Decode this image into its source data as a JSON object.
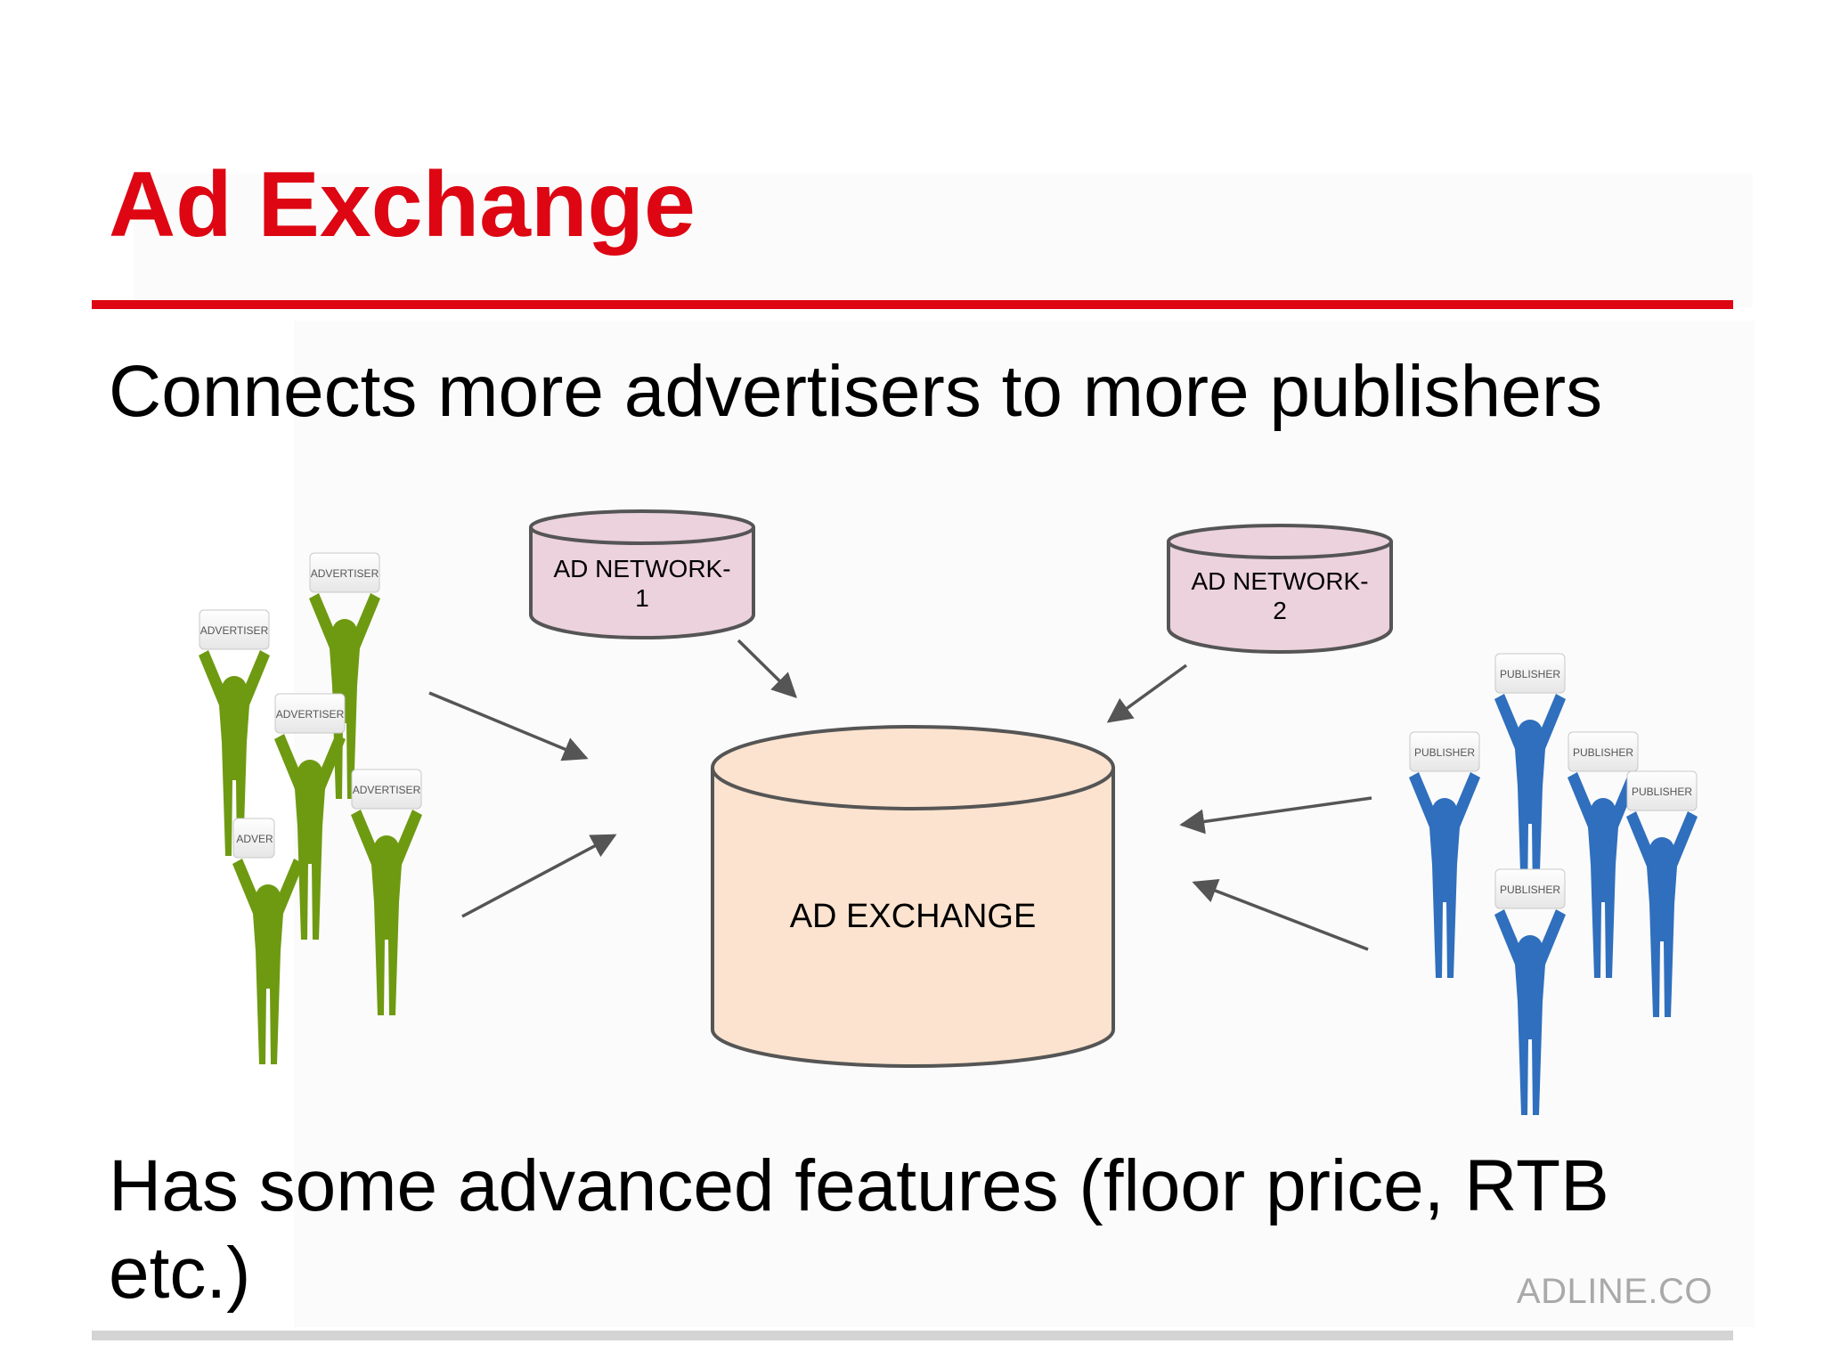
{
  "slide": {
    "title": "Ad Exchange",
    "bullets": [
      "Connects more advertisers to more publishers",
      "Has some advanced features (floor price, RTB etc.)"
    ],
    "footer": "ADLINE.CO"
  },
  "diagram": {
    "center_db": "AD EXCHANGE",
    "networks": [
      {
        "line1": "AD NETWORK-",
        "line2": "1"
      },
      {
        "line1": "AD NETWORK-",
        "line2": "2"
      }
    ],
    "advertiser_label": "ADVERTISER",
    "advertiser_cropped_label": "ADVER",
    "publisher_label": "PUBLISHER"
  },
  "colors": {
    "title": "#dd0612",
    "advertiser": "#6e9a12",
    "publisher": "#2f6fbd",
    "exchange_fill": "#fbe3cf",
    "network_fill": "#ecd2dd",
    "arrow": "#555555"
  }
}
